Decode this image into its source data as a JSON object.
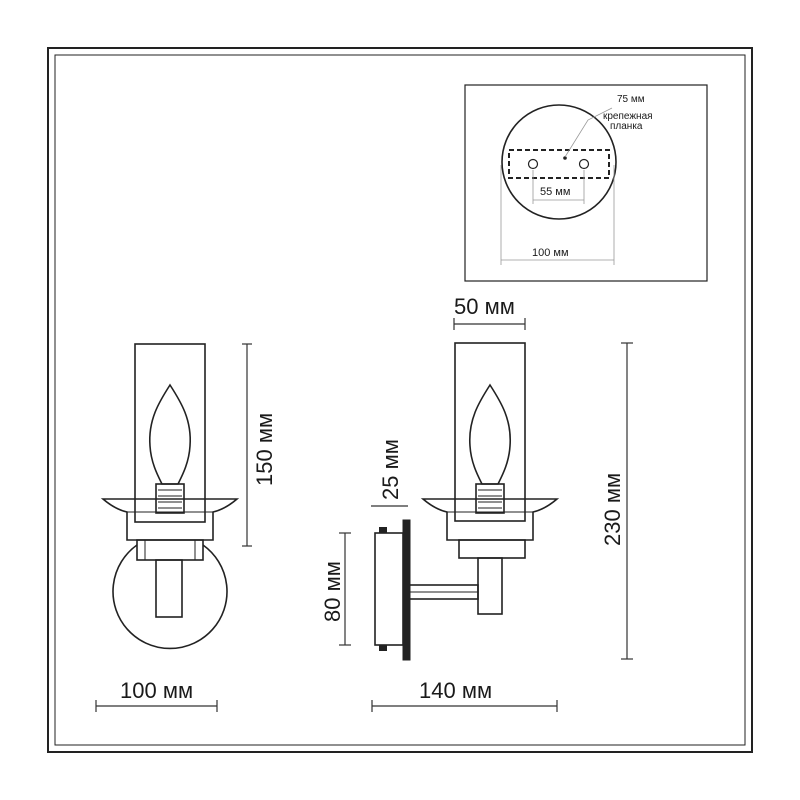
{
  "inset": {
    "plate_length": "75 мм",
    "plate_label_line1": "крепежная",
    "plate_label_line2": "планка",
    "hole_spacing": "55 мм",
    "base_diameter": "100 мм"
  },
  "front_view": {
    "shade_height": "150 мм",
    "base_width": "100 мм"
  },
  "side_view": {
    "shade_width": "50 мм",
    "shade_offset": "25 мм",
    "plate_height": "80 мм",
    "total_height": "230 мм",
    "depth": "140 мм"
  }
}
